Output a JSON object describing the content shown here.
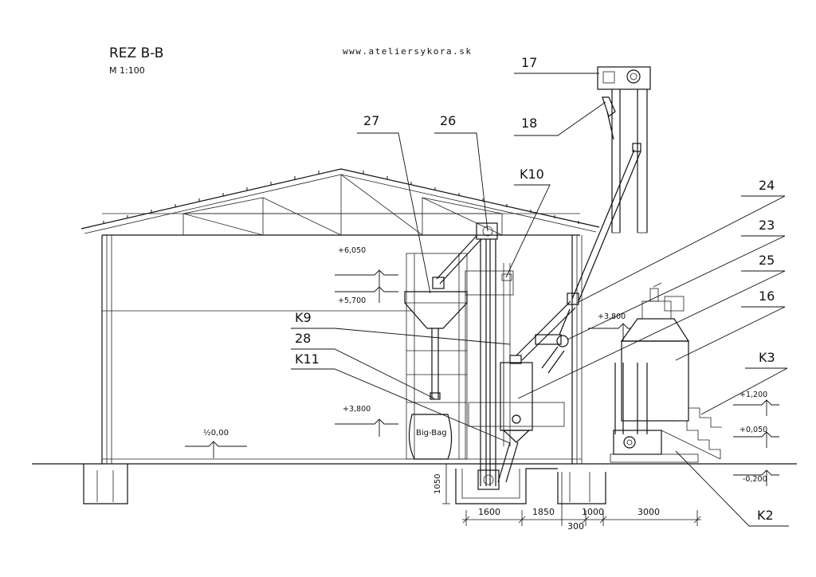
{
  "header": {
    "title": "REZ  B-B",
    "scale": "M 1:100",
    "website": "www.ateliersykora.sk"
  },
  "callouts": [
    "17",
    "18",
    "27",
    "26",
    "K10",
    "24",
    "23",
    "25",
    "16",
    "K9",
    "28",
    "K11",
    "K3",
    "K2"
  ],
  "elevations": [
    "+6,050",
    "+5,700",
    "+3,800",
    "+3,800",
    "+1,200",
    "+0,050",
    "-0,200"
  ],
  "zero_level": "½0,00",
  "big_bag": "Big-Bag",
  "dimensions": {
    "vertical": "1050",
    "horizontal": [
      "1600",
      "1850",
      "1000",
      "3000"
    ],
    "sub": "300"
  }
}
